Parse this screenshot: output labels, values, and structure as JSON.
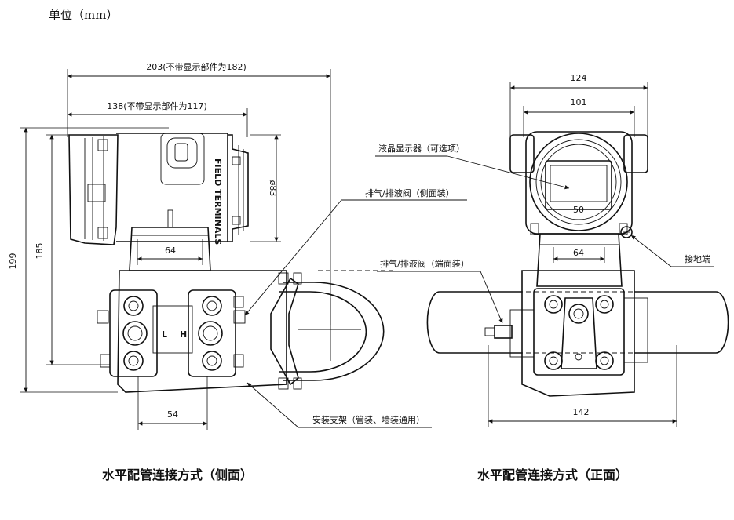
{
  "unit_label": "单位（mm）",
  "captions": {
    "side": "水平配管连接方式（侧面）",
    "front": "水平配管连接方式（正面）"
  },
  "side_view": {
    "dims": {
      "overall_width": "203(不带显示部件为182)",
      "body_width": "138(不带显示部件为117)",
      "overall_height": "199",
      "body_height": "185",
      "flange_width": "64",
      "bracket_width": "54",
      "housing_dia": "ø83"
    },
    "body_text": "FIELD TERMINALS",
    "port_l": "L",
    "port_h": "H",
    "callouts": {
      "vent_side": "排气/排液阀（侧面装）",
      "bracket": "安装支架（管装、墙装通用）"
    }
  },
  "front_view": {
    "dims": {
      "overall_width": "124",
      "inner_width": "101",
      "flange_width": "64",
      "bracket_width": "142"
    },
    "display_scale": "50",
    "callouts": {
      "lcd": "液晶显示器（可选项）",
      "vent_end": "排气/排液阀（端面装）",
      "ground": "接地端"
    }
  }
}
